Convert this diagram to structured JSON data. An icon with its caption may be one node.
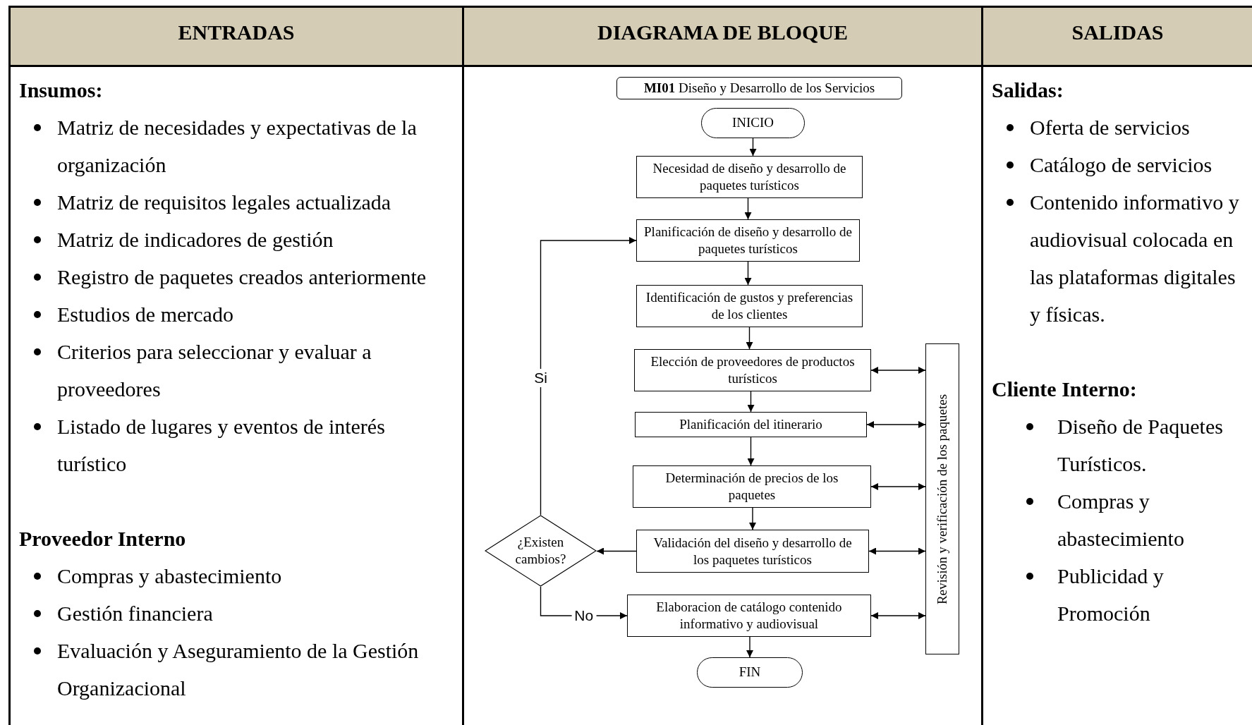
{
  "diagram": {
    "nodes": [
      {
        "text": [
          "**MI01** Diseño y Desarrollo de los Servicios"
        ]
      },
      {
        "text": [
          "INICIO"
        ]
      },
      {
        "text": [
          "Necesidad de diseño y desarrollo de paquetes turísticos"
        ]
      },
      {
        "text": [
          "Planificación de diseño y desarrollo de paquetes turísticos"
        ]
      },
      {
        "text": [
          "Identificación de gustos y preferencias de los clientes"
        ]
      },
      {
        "text": [
          "Elección de proveedores de productos turísticos"
        ]
      },
      {
        "text": [
          "Planificación del itinerario"
        ]
      },
      {
        "text": [
          "Determinación de precios de los paquetes"
        ]
      },
      {
        "text": [
          "Validación del diseño y desarrollo de los paquetes turísticos"
        ]
      },
      {
        "text": [
          "¿Existen cambios?"
        ]
      },
      {
        "text": [
          "Elaboracion de catálogo contenido informativo y audiovisual"
        ]
      },
      {
        "text": [
          "FIN"
        ]
      },
      {
        "text": [
          "Revisión y verificación de los paquetes"
        ]
      }
    ],
    "edges": [
      {
        "from": 1,
        "to": 2,
        "arrow": "to"
      },
      {
        "from": 2,
        "to": 3,
        "arrow": "to"
      },
      {
        "from": 3,
        "to": 4,
        "arrow": "to"
      },
      {
        "from": 4,
        "to": 5,
        "arrow": "to"
      },
      {
        "from": 5,
        "to": 6,
        "arrow": "to"
      },
      {
        "from": 6,
        "to": 7,
        "arrow": "to"
      },
      {
        "from": 7,
        "to": 8,
        "arrow": "to"
      },
      {
        "from": 8,
        "to": 9,
        "arrow": "to"
      },
      {
        "from": 9,
        "to": 3,
        "arrow": "to",
        "label": "Si"
      },
      {
        "from": 9,
        "to": 10,
        "arrow": "to",
        "label": "No"
      },
      {
        "from": 10,
        "to": 11,
        "arrow": "to"
      },
      {
        "from": 5,
        "to": 12,
        "arrow": "both"
      },
      {
        "from": 6,
        "to": 12,
        "arrow": "both"
      },
      {
        "from": 7,
        "to": 12,
        "arrow": "both"
      },
      {
        "from": 8,
        "to": 12,
        "arrow": "both"
      },
      {
        "from": 10,
        "to": 12,
        "arrow": "both"
      }
    ],
    "labels": [
      "ENTRADAS",
      "DIAGRAMA DE BLOQUE",
      "SALIDAS",
      "Insumos:",
      "Matriz de necesidades y expectativas de la organización",
      "Matriz de requisitos legales actualizada",
      "Matriz de indicadores de gestión",
      "Registro de paquetes creados anteriormente",
      "Estudios de mercado",
      "Criterios para seleccionar y evaluar a proveedores",
      "Listado de lugares y eventos de interés turístico",
      "Proveedor Interno",
      "Compras y abastecimiento",
      "Gestión financiera",
      "Evaluación y Aseguramiento de la Gestión Organizacional",
      "Salidas:",
      "Oferta de servicios",
      "Catálogo de servicios",
      "Contenido informativo y audiovisual colocada en las plataformas digitales y físicas.",
      "Cliente Interno:",
      "Diseño de Paquetes Turísticos.",
      "Compras y abastecimiento",
      "Publicidad y Promoción"
    ]
  }
}
